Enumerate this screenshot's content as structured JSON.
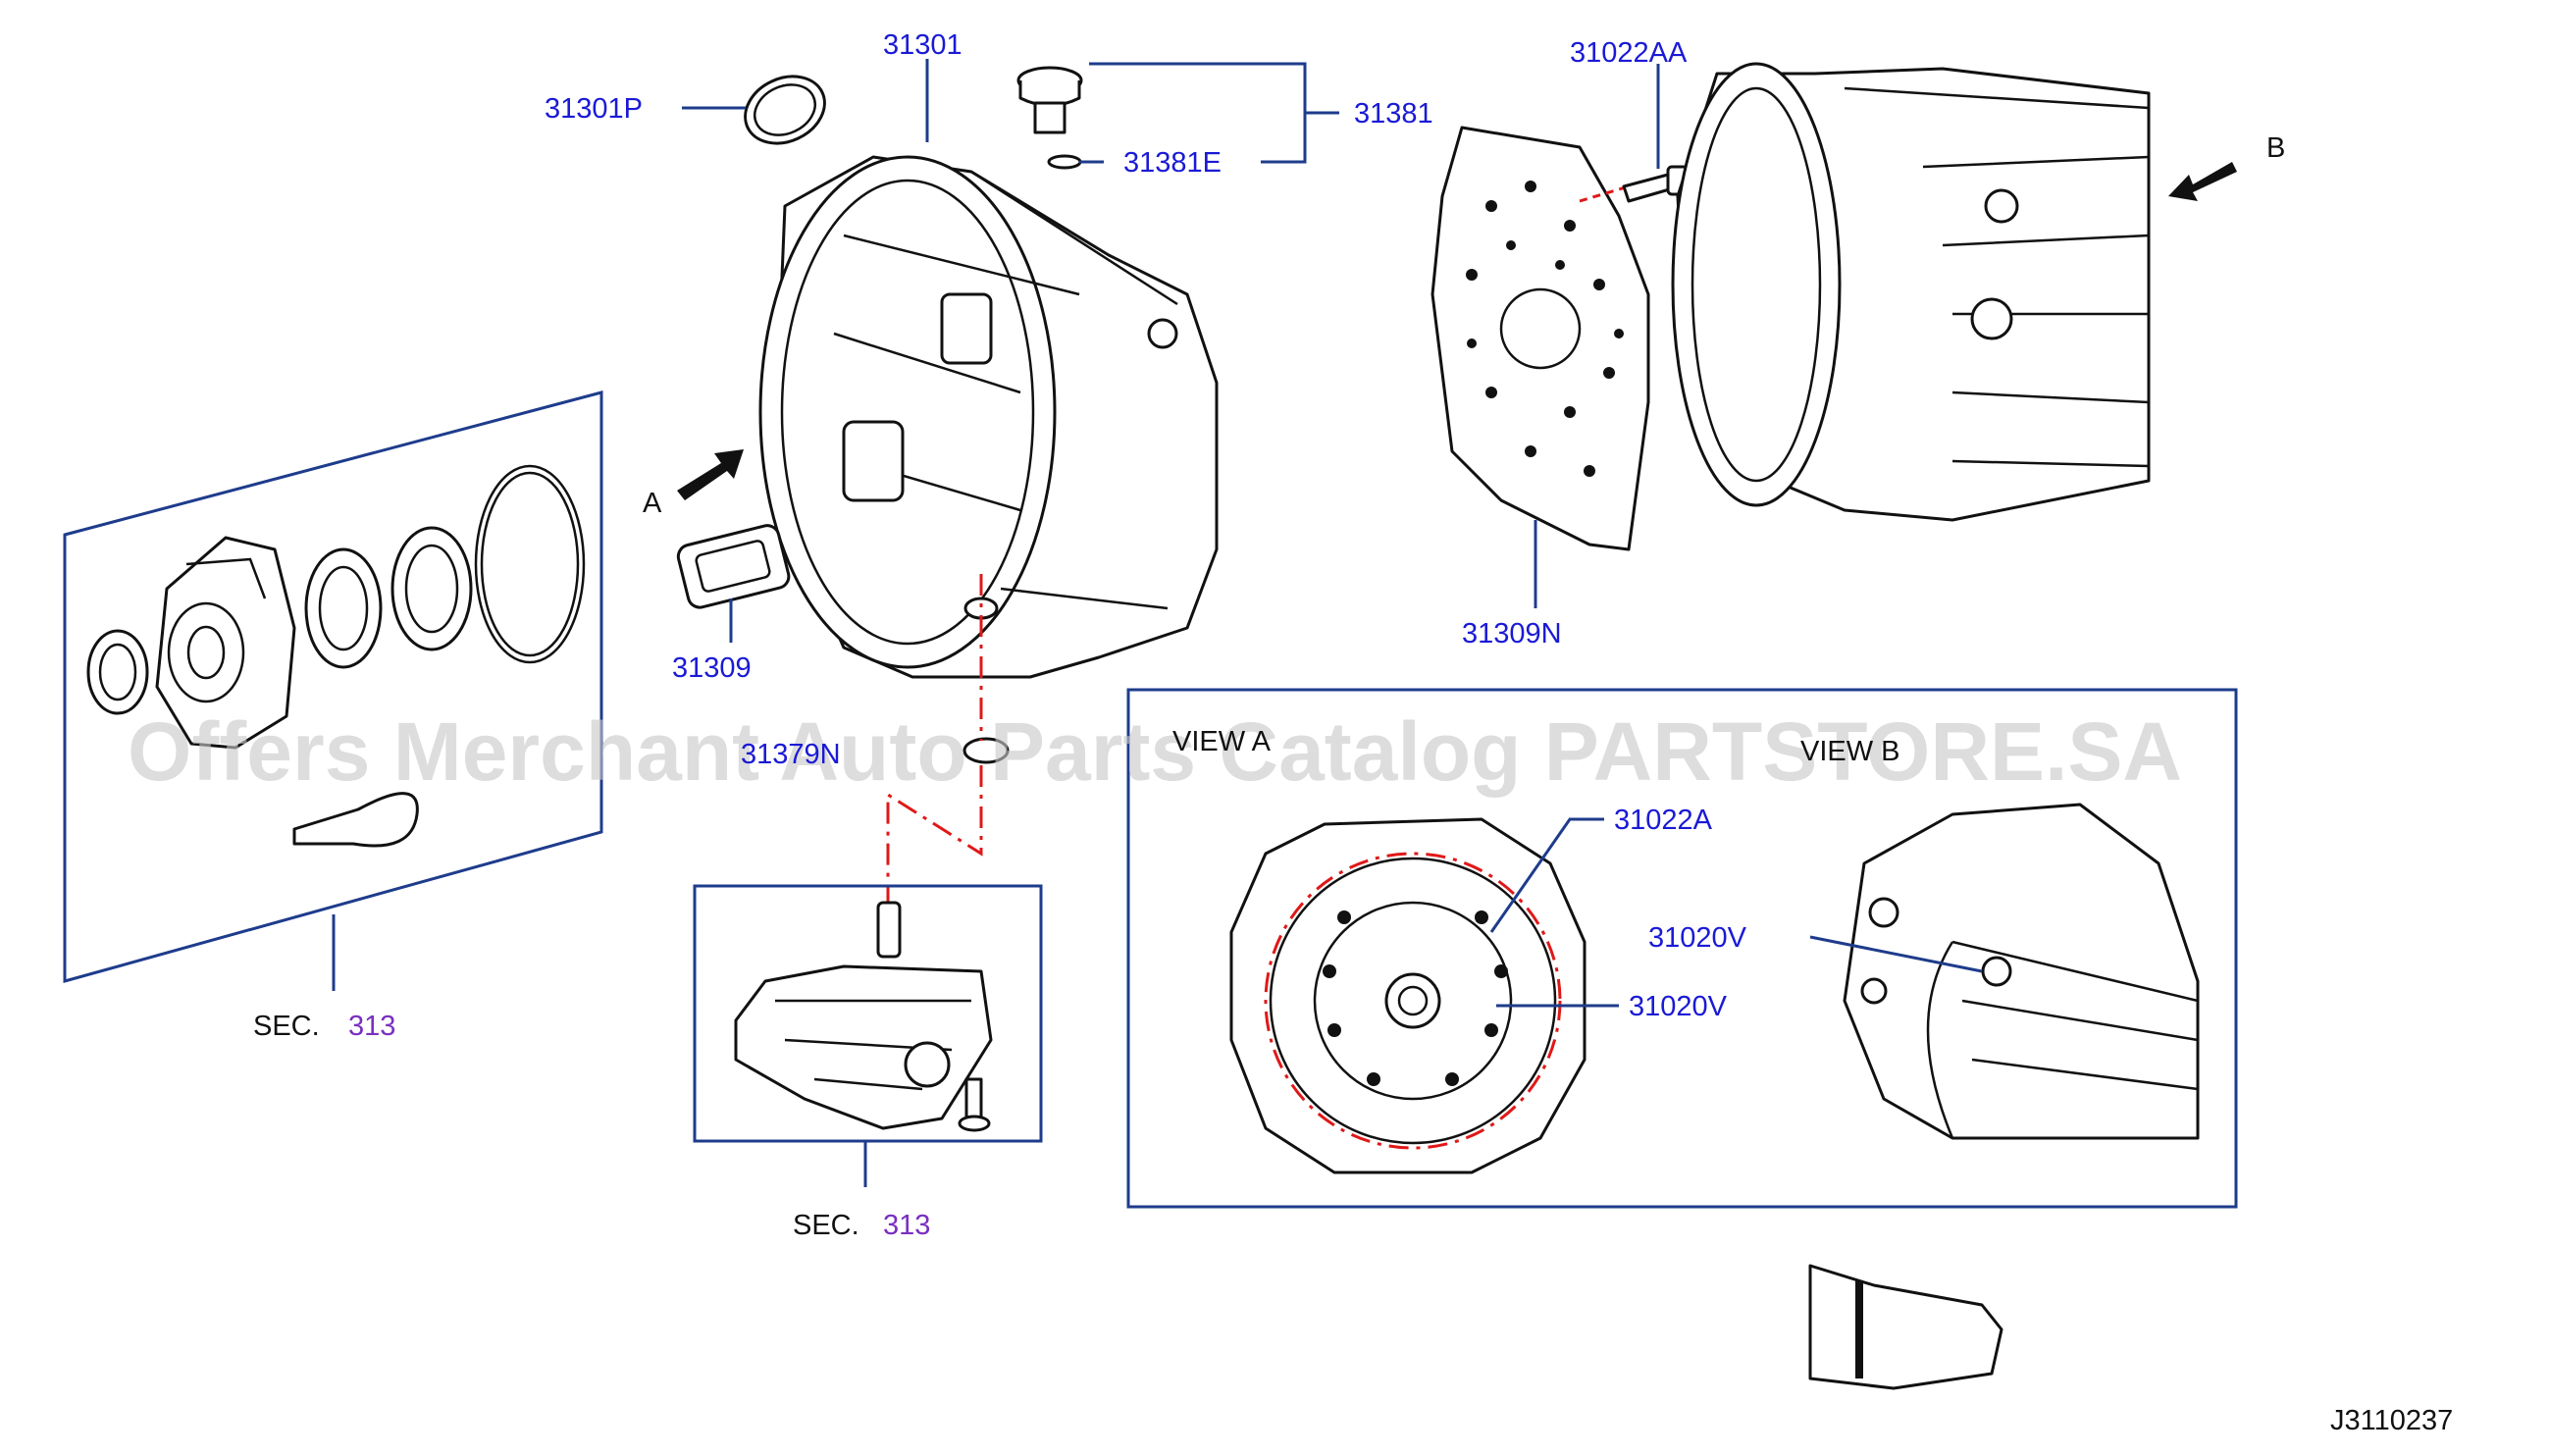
{
  "labels": {
    "p31301": "31301",
    "p31301P": "31301P",
    "p31381": "31381",
    "p31381E": "31381E",
    "p31022AA": "31022AA",
    "view_a_arrow": "A",
    "view_b_arrow": "B",
    "p31309": "31309",
    "p31309N": "31309N",
    "p31379N": "31379N",
    "p31022A": "31022A",
    "p31020V_1": "31020V",
    "p31020V_2": "31020V",
    "view_a_title": "VIEW A",
    "view_b_title": "VIEW B",
    "sec_left_prefix": "SEC.",
    "sec_left_num": "313",
    "sec_center_prefix": "SEC.",
    "sec_center_num": "313",
    "drawing_code": "J3110237"
  },
  "watermark": "Offers Merchant Auto Parts Catalog PARTSTORE.SA",
  "colors": {
    "label": "#1a1ad6",
    "leader": "#1e3c8c",
    "section_number": "#7a2fc0",
    "center_line": "#e01818"
  }
}
